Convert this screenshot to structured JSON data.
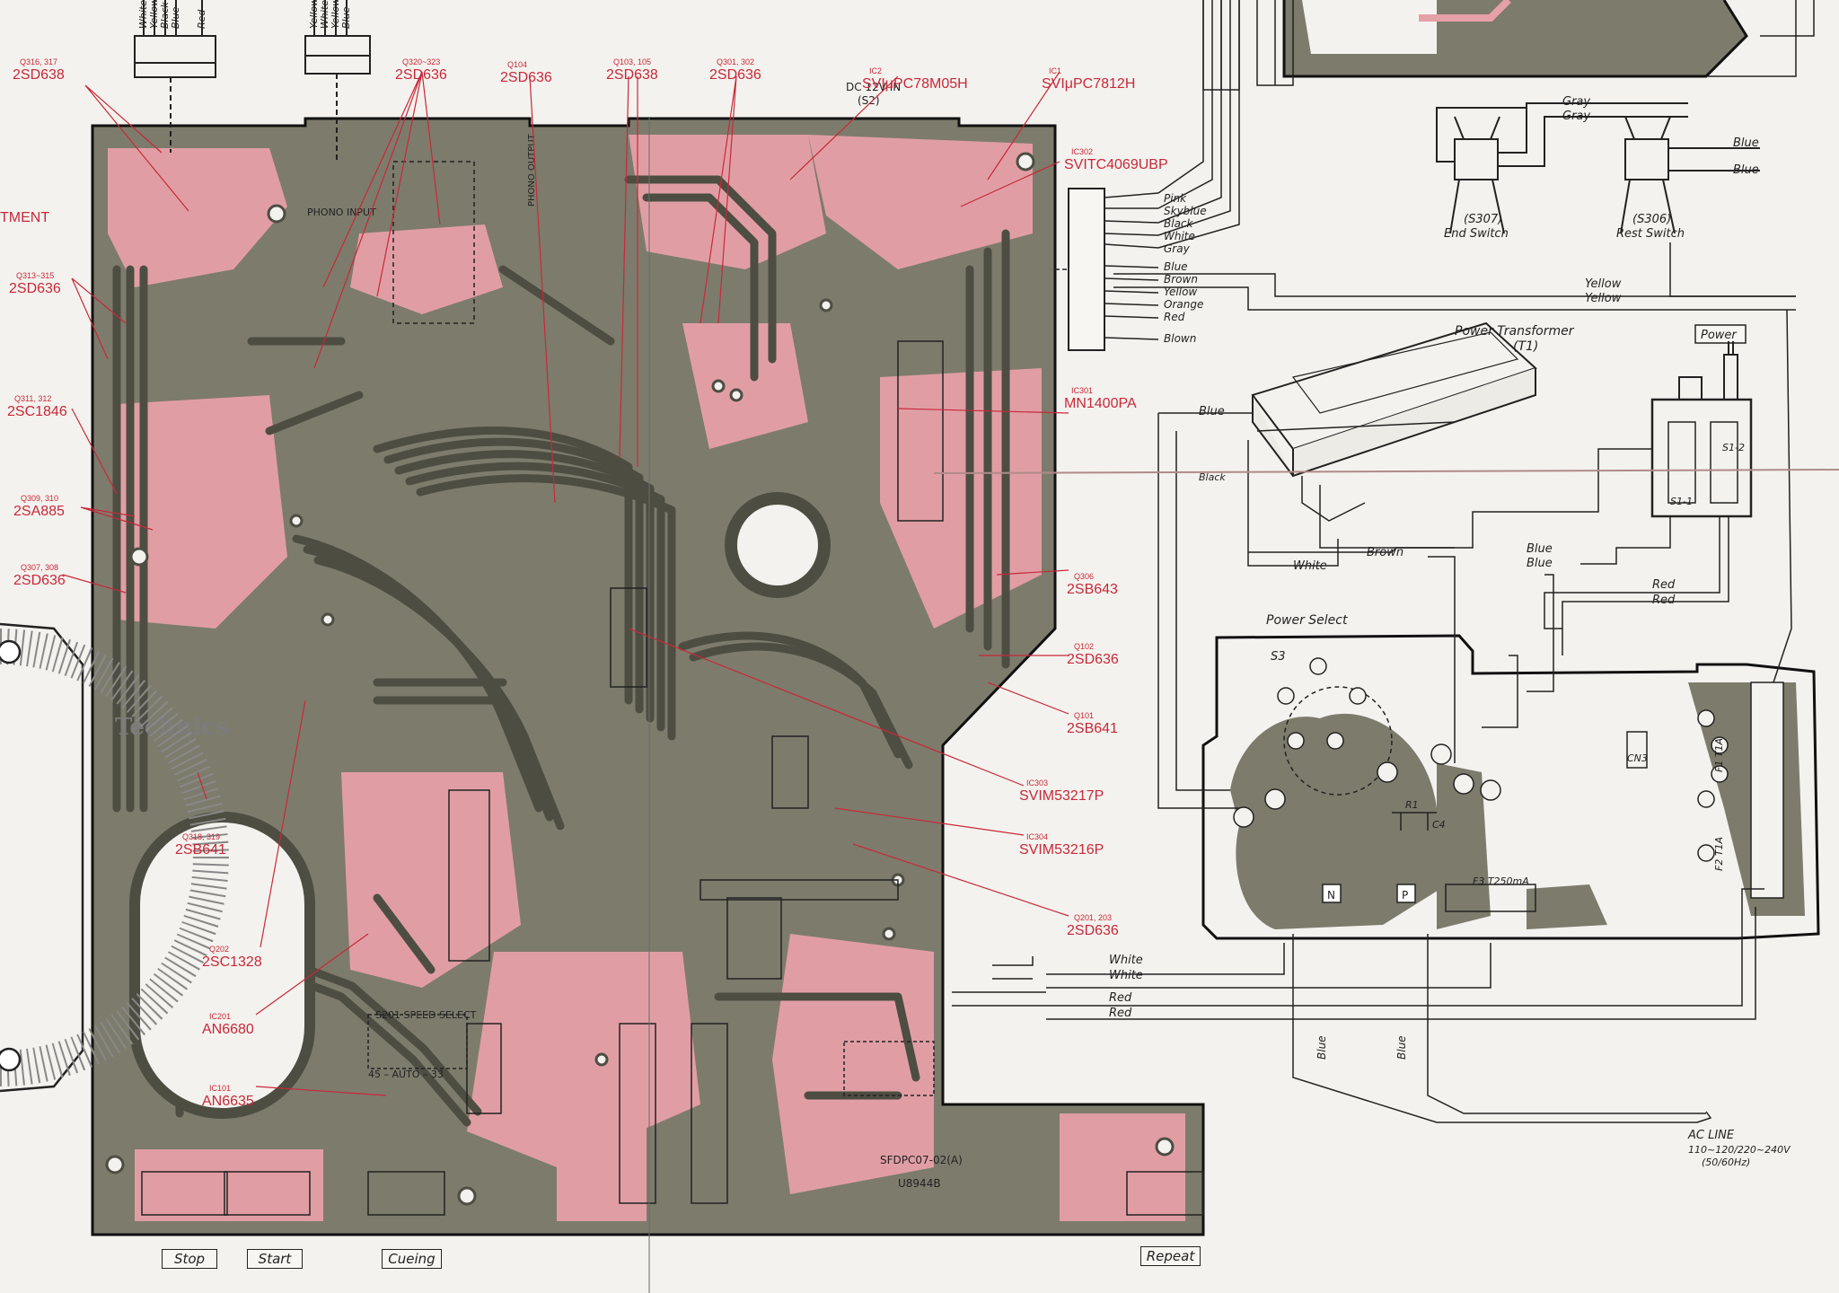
{
  "colors": {
    "copper": "#4d4d42",
    "pink": "#e6a0a8",
    "ink": "#222222",
    "label_red": "#c8283a",
    "paper": "#f4f2ee"
  },
  "ic_labels": [
    {
      "key": "ic2",
      "text": "IC2\nSVIμPC78M05H"
    },
    {
      "key": "ic1",
      "text": "IC1\nSVIμPC7812H"
    },
    {
      "key": "ic302",
      "text": "IC302\nSVITC4069UBP"
    },
    {
      "key": "ic301",
      "text": "IC301\nMN1400PA"
    },
    {
      "key": "ic303",
      "text": "IC303\nSVIM53217P"
    },
    {
      "key": "ic304",
      "text": "IC304\nSVIM53216P"
    },
    {
      "key": "ic201",
      "text": "IC201\nAN6680"
    },
    {
      "key": "ic101",
      "text": "IC101\nAN6635"
    }
  ],
  "transistor_labels": [
    {
      "key": "q316",
      "text": "Q316, 317\n2SD638"
    },
    {
      "key": "q320",
      "text": "Q320~323\n2SD636"
    },
    {
      "key": "q104",
      "text": "Q104\n2SD636"
    },
    {
      "key": "q103",
      "text": "Q103, 105\n2SD638"
    },
    {
      "key": "q301",
      "text": "Q301, 302\n2SD636"
    },
    {
      "key": "q313",
      "text": "Q313~315\n2SD636"
    },
    {
      "key": "q311",
      "text": "Q311, 312\n2SC1846"
    },
    {
      "key": "q309",
      "text": "Q309, 310\n2SA885"
    },
    {
      "key": "q307",
      "text": "Q307, 308\n2SD636"
    },
    {
      "key": "q306",
      "text": "Q306\n2SB643"
    },
    {
      "key": "q102",
      "text": "Q102\n2SD636"
    },
    {
      "key": "q101",
      "text": "Q101\n2SB641"
    },
    {
      "key": "q318",
      "text": "Q318, 319\n2SB641"
    },
    {
      "key": "q202",
      "text": "Q202\n2SC1328"
    },
    {
      "key": "q201",
      "text": "Q201, 203\n2SD636"
    }
  ],
  "board": {
    "brand": "Technics",
    "part_number": "SFDPC07-02(A)",
    "part_number_2": "U8944B",
    "phono_input": "PHONO INPUT",
    "phono_output": "PHONO OUTPUT",
    "dc_in": "DC 12V IN\n(S2)",
    "speed_select": "S201 SPEED SELECT",
    "speed_values": "45 – AUTO – 33",
    "left_edge_text": "TMENT"
  },
  "switch_labels": {
    "stop": "Stop",
    "start": "Start",
    "cueing": "Cueing",
    "repeat": "Repeat"
  },
  "connector_wires_left": [
    "White",
    "Yellow",
    "Black",
    "Blue",
    "Red"
  ],
  "connector_wires_right": [
    "Yellow",
    "White",
    "Yellow",
    "Blue"
  ],
  "cn301_wires": [
    "Pink",
    "Skyblue",
    "Black",
    "White",
    "Gray",
    "Blue",
    "Brown",
    "Yellow",
    "Orange",
    "Red",
    "Blown"
  ],
  "right_panel": {
    "end_switch": "(S307)\nEnd Switch",
    "rest_switch": "(S306)\nRest Switch",
    "power_transformer": "Power Transformer\n(T1)",
    "power": "Power",
    "power_select": "Power Select",
    "s3": "S3",
    "s1_2": "S1-2",
    "s1_1": "S1-1",
    "cn3": "CN3",
    "fuse": "F3 T250mA",
    "f1": "F1 T1A",
    "f2": "F2 T1A",
    "r1": "R1",
    "c4": "C4",
    "n_label": "N",
    "p_label": "P",
    "ac_line": "AC LINE\n110~120/220~240V\n(50/60Hz)"
  },
  "wire_labels": {
    "gray1": "Gray",
    "gray2": "Gray",
    "blue_top1": "Blue",
    "blue_top2": "Blue",
    "yellow1": "Yellow",
    "yellow2": "Yellow",
    "blue_left": "Blue",
    "black": "Black",
    "brown": "Brown",
    "white": "White",
    "blue_mid1": "Blue",
    "blue_mid2": "Blue",
    "red1": "Red",
    "red2": "Red",
    "white_b1": "White",
    "white_b2": "White",
    "red_b1": "Red",
    "red_b2": "Red",
    "blue_v1": "Blue",
    "blue_v2": "Blue"
  }
}
